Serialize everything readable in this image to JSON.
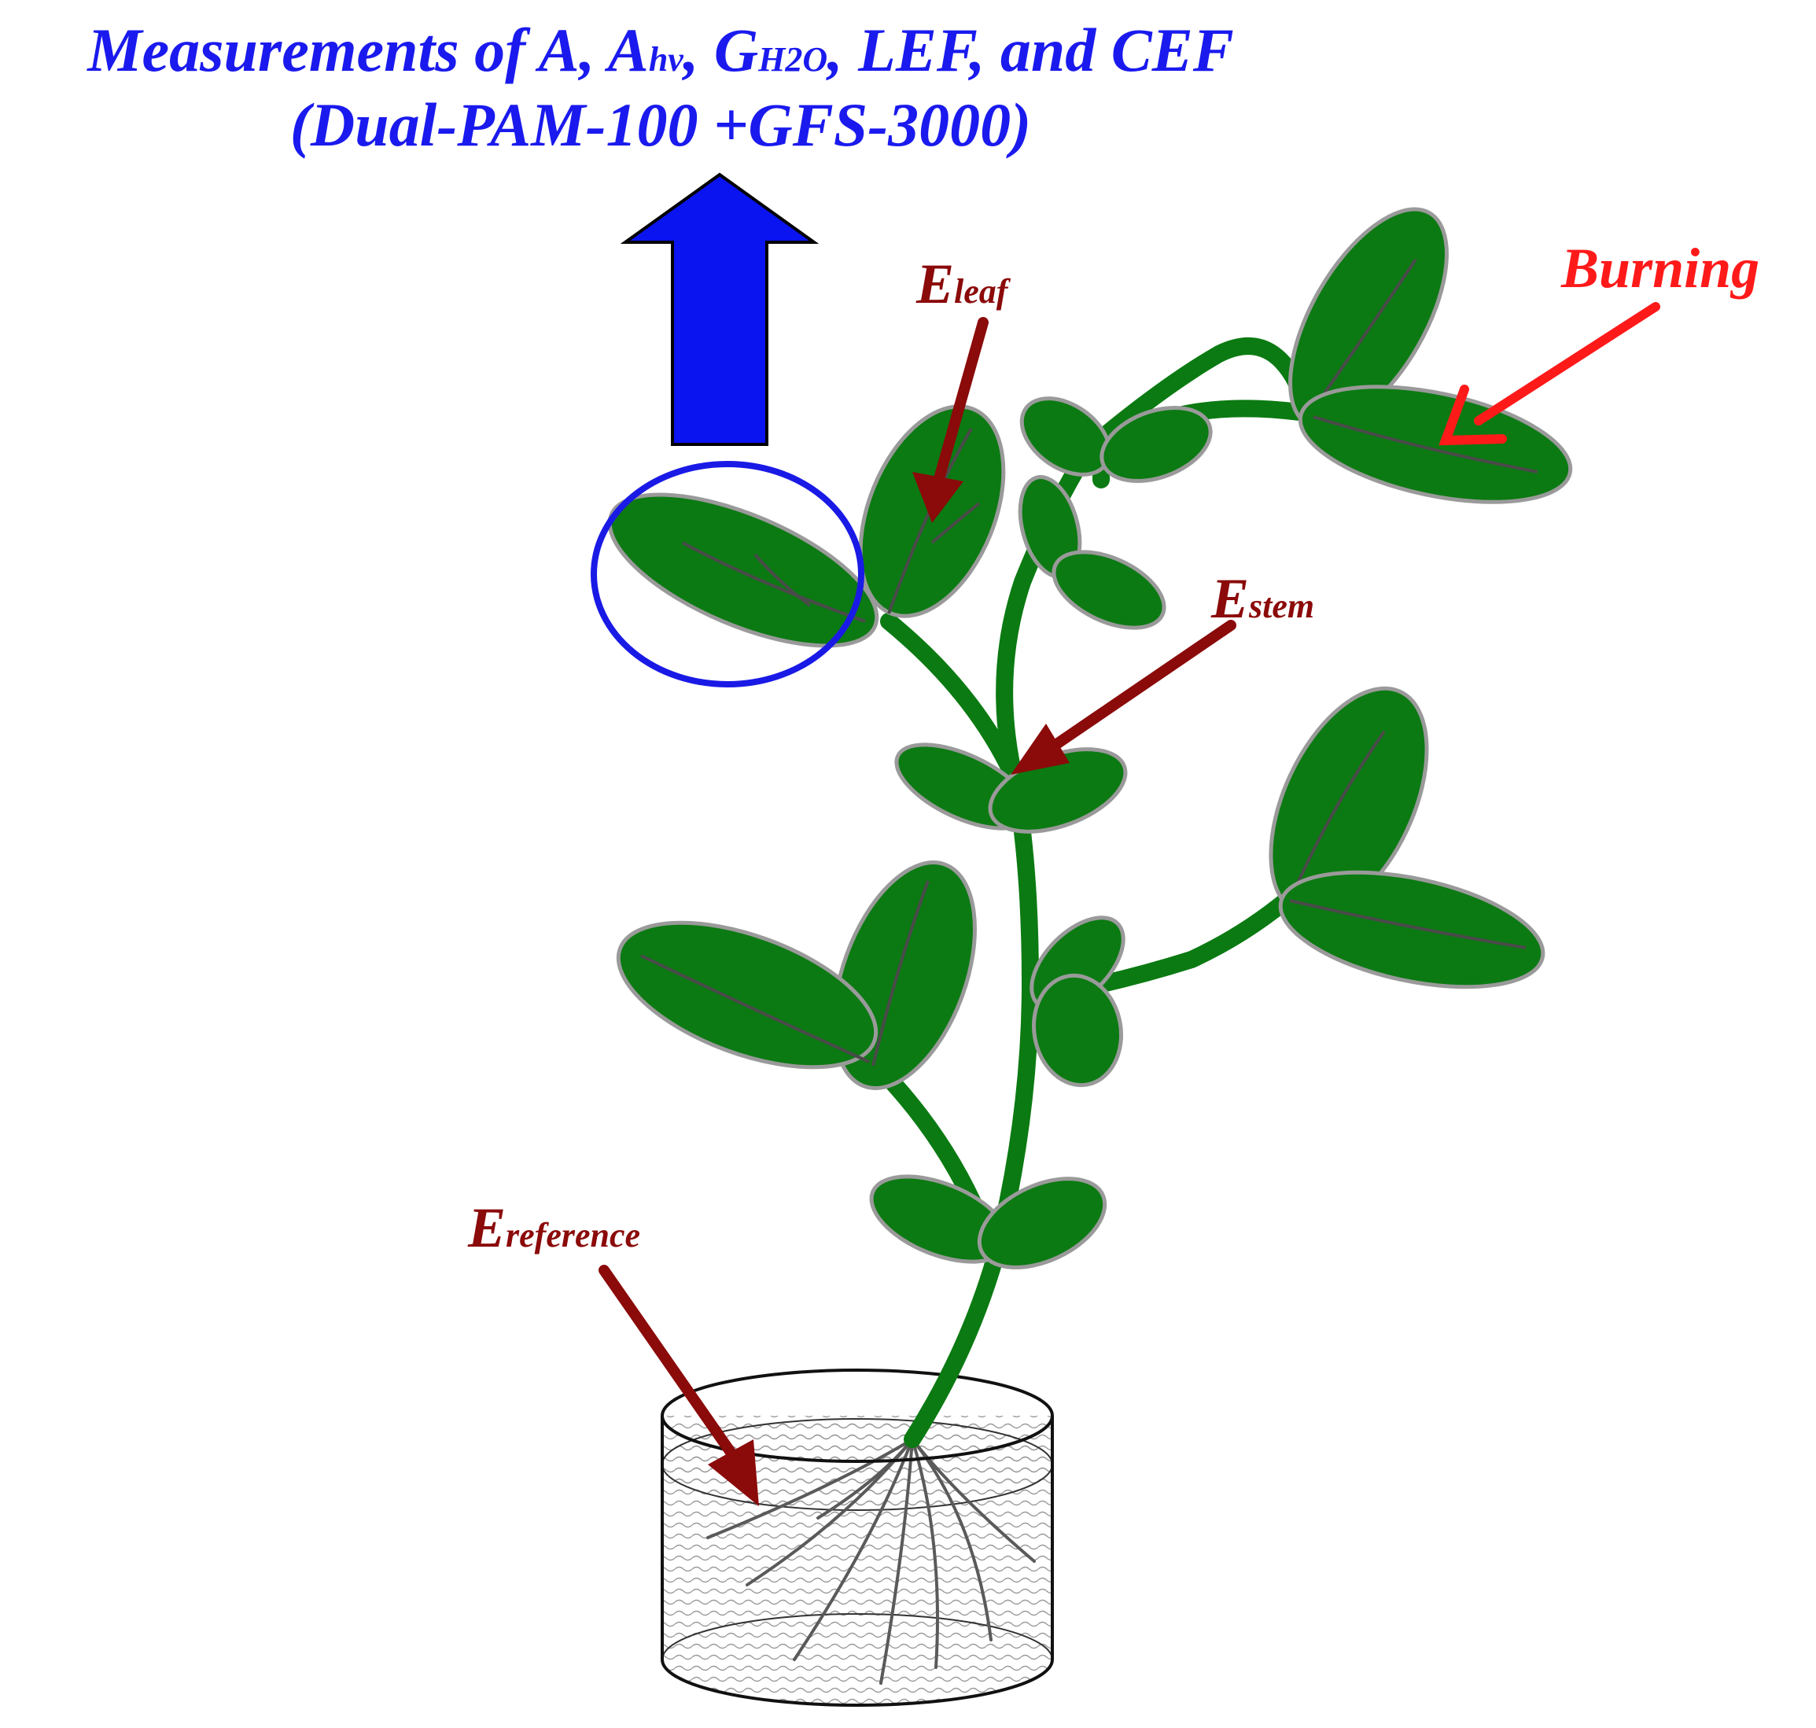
{
  "title": {
    "line1_parts": {
      "main": "Measurements of A, A",
      "sub_hv": "hv",
      "mid": ", G",
      "sub_h2o": "H2O",
      "end": ", LEF, and CEF"
    },
    "line2": "(Dual-PAM-100 +GFS-3000)"
  },
  "labels": {
    "leaf": {
      "base": "E",
      "sub": "leaf"
    },
    "stem": {
      "base": "E",
      "sub": "stem"
    },
    "reference": {
      "base": "E",
      "sub": "reference"
    },
    "burning": "Burning"
  },
  "colors": {
    "title": "#1a1aee",
    "blue_arrow": "#0a14f0",
    "measure_circle": "#1a1ae6",
    "dark_red_arrow": "#8b0a0a",
    "burning_arrow": "#ff1a1a",
    "stem": "#0b7a12",
    "leaf_fill": "#0b7a12",
    "leaf_edge": "#9a9a9a",
    "vein": "#4a4a4a"
  }
}
